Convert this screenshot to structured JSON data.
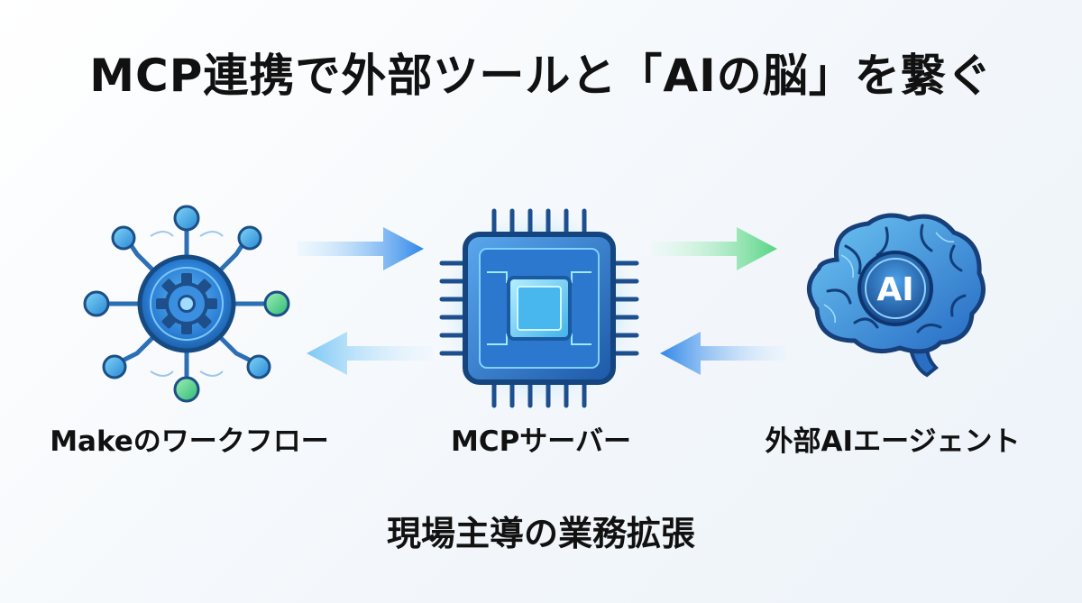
{
  "title": "MCP連携で外部ツールと「AIの脳」を繋ぐ",
  "nodes": [
    {
      "label": "Makeのワークフロー",
      "icon": "workflow-gear-icon"
    },
    {
      "label": "MCPサーバー",
      "icon": "chip-icon"
    },
    {
      "label": "外部AIエージェント",
      "icon": "brain-icon",
      "badge": "AI"
    }
  ],
  "footer": "現場主導の業務拡張",
  "colors": {
    "blue": "#2f86e8",
    "lightBlue": "#8fd3ff",
    "green": "#5fd68a",
    "dark": "#1c4f86"
  }
}
